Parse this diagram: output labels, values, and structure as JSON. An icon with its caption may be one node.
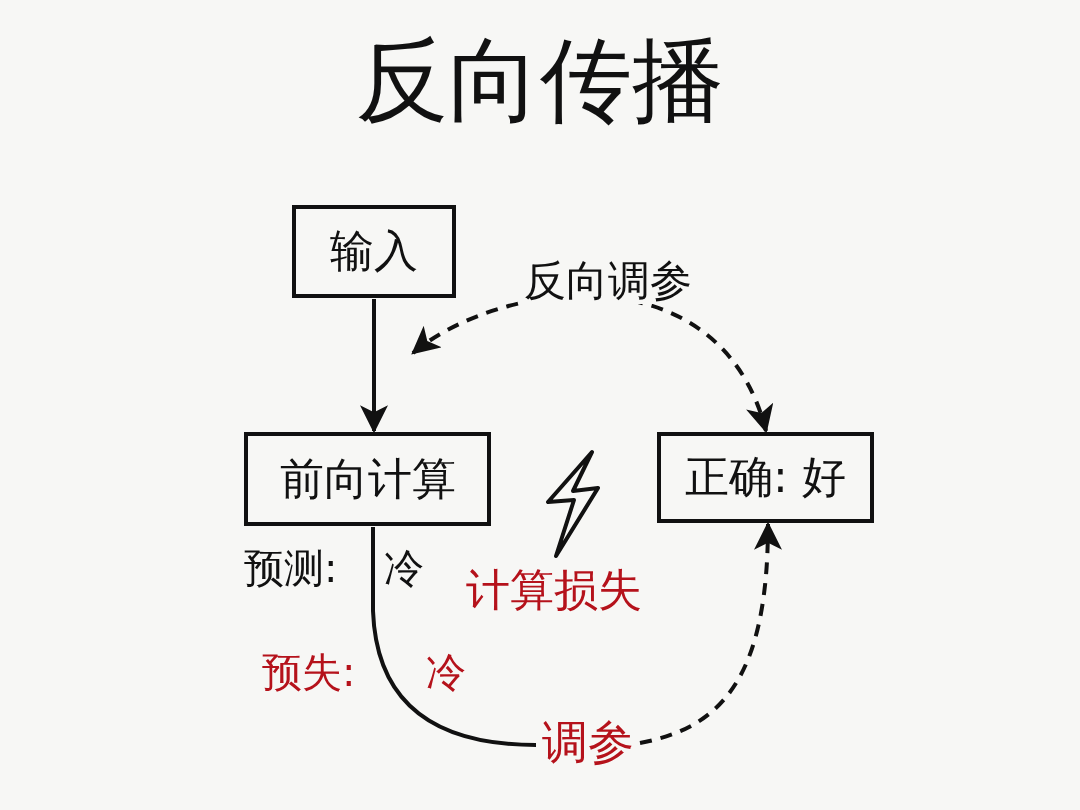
{
  "diagram": {
    "title": "反向传播",
    "nodes": [
      {
        "text": [
          "输入"
        ]
      },
      {
        "text": [
          "前向计算"
        ]
      },
      {
        "text": [
          "正确: 好"
        ]
      },
      {
        "text": [
          "调参"
        ]
      }
    ],
    "edges": [
      {
        "from": 0,
        "to": 1,
        "arrow": "to"
      },
      {
        "from": null,
        "to": 2,
        "arrow": "both",
        "label": "反向调参",
        "style": "dashed"
      },
      {
        "from": 1,
        "to": 3,
        "arrow": "none"
      },
      {
        "from": 3,
        "to": 2,
        "arrow": "to",
        "style": "dashed"
      }
    ],
    "labels": [
      "预测: 冷",
      "计算损失",
      "预失: 冷"
    ]
  }
}
